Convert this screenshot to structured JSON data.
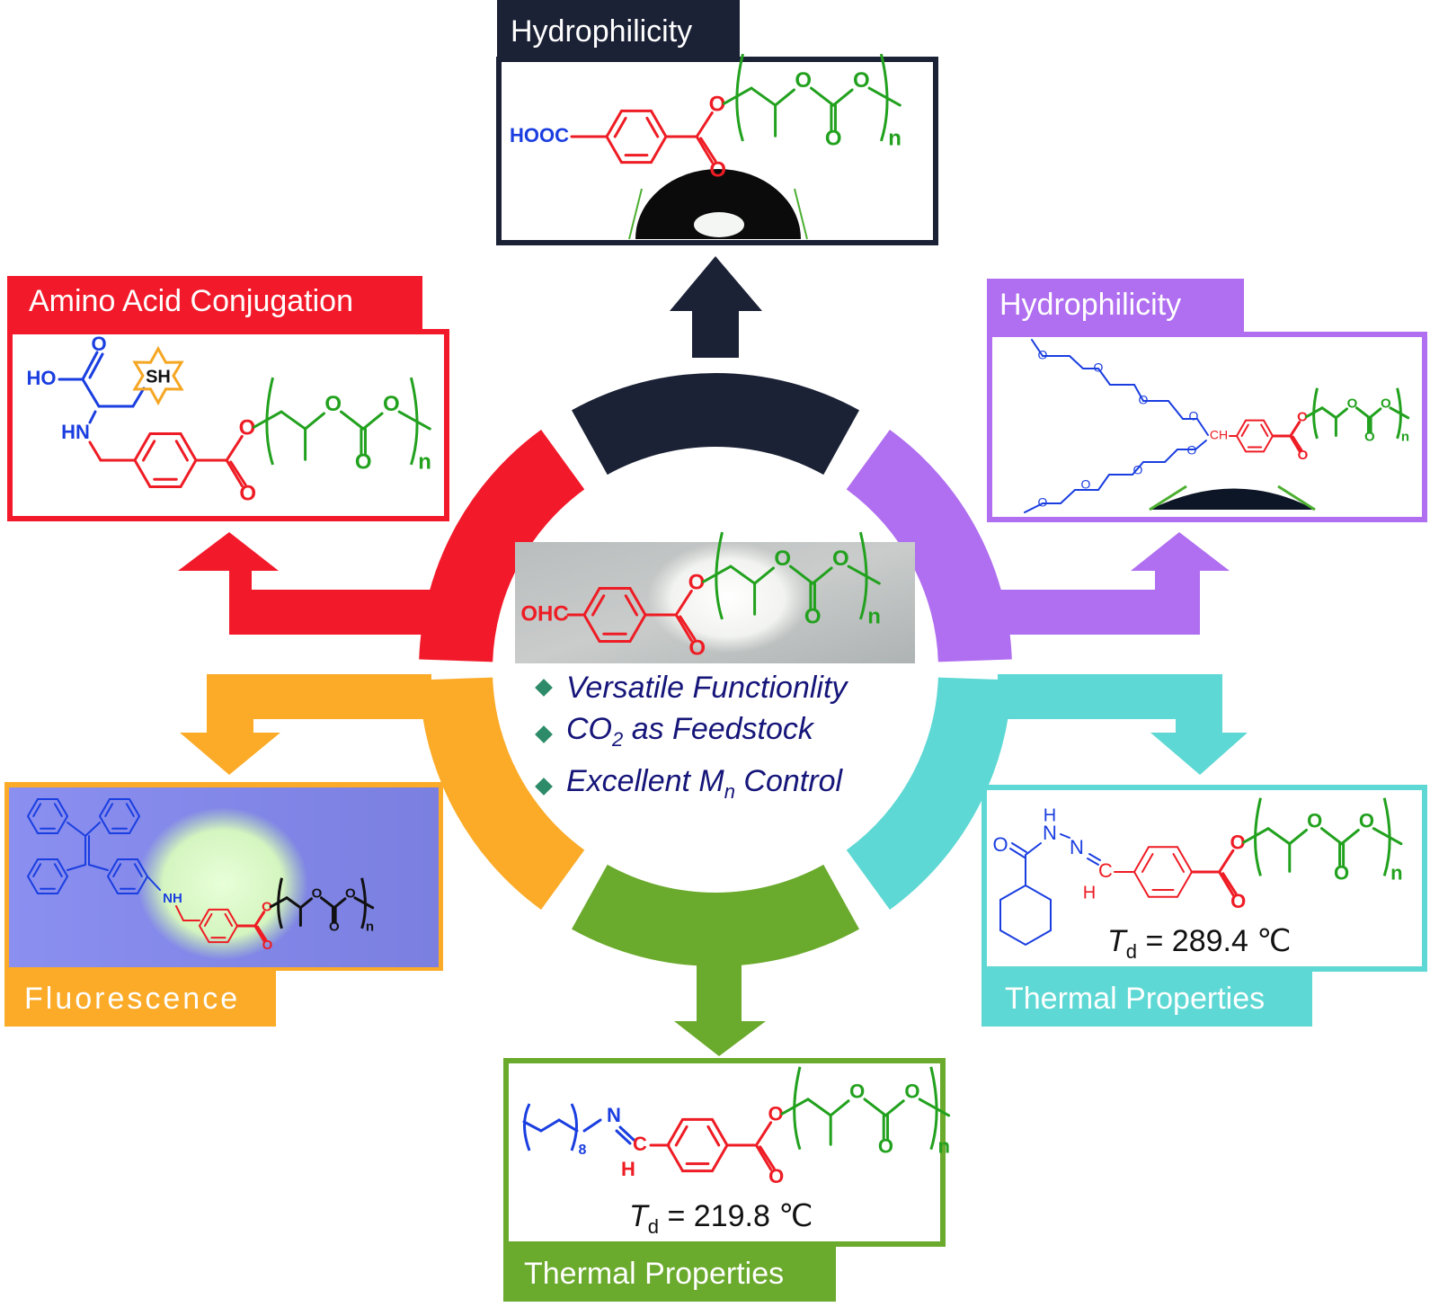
{
  "colors": {
    "dark": "#1c2236",
    "red": "#f21a2a",
    "purple": "#b06ef0",
    "orange": "#fbab28",
    "teal": "#5ed8d4",
    "green": "#6aaa2c",
    "chem_blue": "#1a3ee0",
    "chem_red": "#ee1c24",
    "chem_green": "#22a11e",
    "bullet_text": "#15157a",
    "bullet_marker": "#2e8b6a"
  },
  "center": {
    "aldehyde_group": "OHC",
    "ester_o": "O",
    "carbonyl_o": "O",
    "carbonate_o1": "O",
    "carbonate_o2": "O",
    "carbonate_o3": "O",
    "repeat": "n",
    "bullets": [
      {
        "icon": "diamond-bullet-icon",
        "text": "Versatile Functionlity"
      },
      {
        "icon": "diamond-bullet-icon",
        "text_pre": "CO",
        "sub": "2",
        "text_post": " as Feedstock"
      },
      {
        "icon": "diamond-bullet-icon",
        "text_pre": "Excellent M",
        "sub": "n",
        "text_post": " Control"
      }
    ]
  },
  "panels": {
    "top": {
      "label": "Hydrophilicity",
      "group": "HOOC",
      "repeat": "n",
      "o": "O"
    },
    "top_left": {
      "label": "Amino Acid Conjugation",
      "ho": "HO",
      "o": "O",
      "thiol": "SH",
      "amine": "HN",
      "repeat": "n"
    },
    "top_right": {
      "label": "Hydrophilicity",
      "ch": "CH",
      "o": "O",
      "repeat": "n"
    },
    "bottom_left": {
      "label": "Fluorescence",
      "amine": "NH",
      "o": "O",
      "repeat": "n"
    },
    "bottom_right": {
      "label": "Thermal Properties",
      "h": "H",
      "n": "N",
      "c": "C",
      "o": "O",
      "repeat": "n",
      "td_symbol": "T",
      "td_sub": "d",
      "td_value": " = 289.4 ℃"
    },
    "bottom": {
      "label": "Thermal Properties",
      "n": "N",
      "c": "C",
      "h": "H",
      "o": "O",
      "chain_count": "8",
      "repeat": "n",
      "td_symbol": "T",
      "td_sub": "d",
      "td_value": " = 219.8 ℃"
    }
  }
}
